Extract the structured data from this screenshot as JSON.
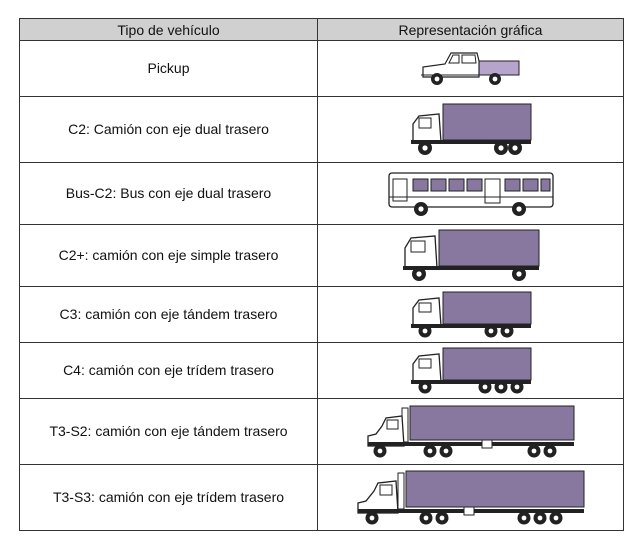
{
  "table": {
    "headers": [
      "Tipo de vehículo",
      "Representación gráfica"
    ],
    "rows": [
      {
        "label": "Pickup",
        "icon": "pickup-truck-icon"
      },
      {
        "label": "C2: Camión con eje dual trasero",
        "icon": "c2-truck-icon"
      },
      {
        "label": "Bus-C2: Bus con eje dual trasero",
        "icon": "bus-icon"
      },
      {
        "label": "C2+: camión con eje simple trasero",
        "icon": "c2plus-truck-icon"
      },
      {
        "label": "C3: camión con eje tándem trasero",
        "icon": "c3-truck-icon"
      },
      {
        "label": "C4: camión con eje trídem trasero",
        "icon": "c4-truck-icon"
      },
      {
        "label": "T3-S2: camión con eje tándem trasero",
        "icon": "t3s2-semitrailer-icon"
      },
      {
        "label": "T3-S3: camión con eje trídem trasero",
        "icon": "t3s3-semitrailer-icon"
      }
    ]
  },
  "colors": {
    "header_bg": "#d0d0d0",
    "cargo_fill": "#8878a0",
    "border": "#333333"
  }
}
